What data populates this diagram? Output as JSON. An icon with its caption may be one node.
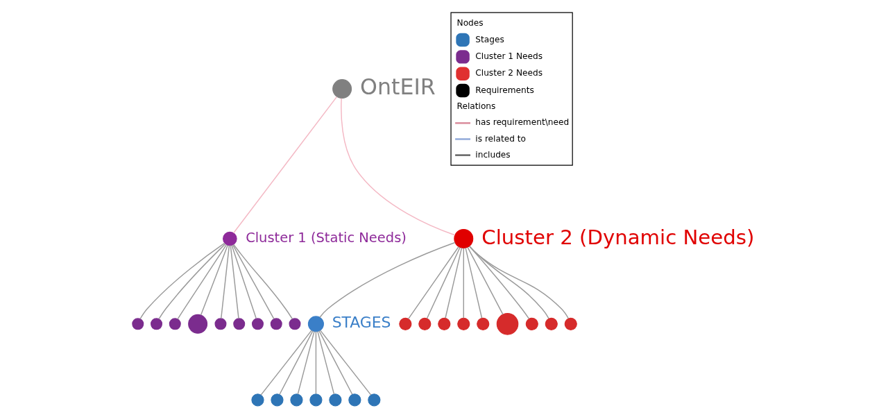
{
  "diagram": {
    "nodes": [
      {
        "text": [],
        "shape": "circle",
        "beside": [
          "OntEIR"
        ]
      },
      {
        "text": [],
        "shape": "circle",
        "beside": [
          "Cluster 1 (Static Needs)"
        ]
      },
      {
        "text": [],
        "shape": "circle",
        "beside": [
          "Cluster 2 (Dynamic Needs)"
        ]
      },
      {
        "text": [],
        "shape": "circle",
        "beside": [
          "STAGES"
        ]
      },
      {
        "text": [],
        "shape": "circle"
      },
      {
        "text": [],
        "shape": "circle"
      },
      {
        "text": [],
        "shape": "circle"
      },
      {
        "text": [],
        "shape": "circle"
      },
      {
        "text": [],
        "shape": "circle"
      },
      {
        "text": [],
        "shape": "circle"
      },
      {
        "text": [],
        "shape": "circle"
      },
      {
        "text": [],
        "shape": "circle"
      },
      {
        "text": [],
        "shape": "circle"
      },
      {
        "text": [],
        "shape": "circle"
      },
      {
        "text": [],
        "shape": "circle"
      },
      {
        "text": [],
        "shape": "circle"
      },
      {
        "text": [],
        "shape": "circle"
      },
      {
        "text": [],
        "shape": "circle"
      },
      {
        "text": [],
        "shape": "circle"
      },
      {
        "text": [],
        "shape": "circle"
      },
      {
        "text": [],
        "shape": "circle"
      },
      {
        "text": [],
        "shape": "circle"
      },
      {
        "text": [],
        "shape": "circle"
      },
      {
        "text": [],
        "shape": "circle"
      },
      {
        "text": [],
        "shape": "circle"
      },
      {
        "text": [],
        "shape": "circle"
      },
      {
        "text": [],
        "shape": "circle"
      },
      {
        "text": [],
        "shape": "circle"
      },
      {
        "text": [],
        "shape": "circle"
      }
    ],
    "edges": [
      {
        "from": 0,
        "to": 1,
        "arrow": "none",
        "color": "#f4b8c4"
      },
      {
        "from": 0,
        "to": 2,
        "arrow": "none",
        "color": "#f4b8c4"
      },
      {
        "from": 2,
        "to": 3,
        "arrow": "none"
      },
      {
        "from": 1,
        "to": 4,
        "arrow": "none"
      },
      {
        "from": 1,
        "to": 5,
        "arrow": "none"
      },
      {
        "from": 1,
        "to": 6,
        "arrow": "none"
      },
      {
        "from": 1,
        "to": 7,
        "arrow": "none"
      },
      {
        "from": 1,
        "to": 8,
        "arrow": "none"
      },
      {
        "from": 1,
        "to": 9,
        "arrow": "none"
      },
      {
        "from": 1,
        "to": 10,
        "arrow": "none"
      },
      {
        "from": 1,
        "to": 11,
        "arrow": "none"
      },
      {
        "from": 1,
        "to": 12,
        "arrow": "none"
      },
      {
        "from": 3,
        "to": 13,
        "arrow": "none"
      },
      {
        "from": 3,
        "to": 14,
        "arrow": "none"
      },
      {
        "from": 3,
        "to": 15,
        "arrow": "none"
      },
      {
        "from": 3,
        "to": 16,
        "arrow": "none"
      },
      {
        "from": 3,
        "to": 17,
        "arrow": "none"
      },
      {
        "from": 3,
        "to": 18,
        "arrow": "none"
      },
      {
        "from": 3,
        "to": 19,
        "arrow": "none"
      },
      {
        "from": 2,
        "to": 20,
        "arrow": "none"
      },
      {
        "from": 2,
        "to": 21,
        "arrow": "none"
      },
      {
        "from": 2,
        "to": 22,
        "arrow": "none"
      },
      {
        "from": 2,
        "to": 23,
        "arrow": "none"
      },
      {
        "from": 2,
        "to": 24,
        "arrow": "none"
      },
      {
        "from": 2,
        "to": 25,
        "arrow": "none"
      },
      {
        "from": 2,
        "to": 26,
        "arrow": "none"
      },
      {
        "from": 2,
        "to": 27,
        "arrow": "none"
      },
      {
        "from": 2,
        "to": 28,
        "arrow": "none"
      }
    ],
    "labels": [
      "Nodes",
      "Relations"
    ],
    "legend": [
      {
        "text": "Stages",
        "color": "#2e75b6"
      },
      {
        "text": "Cluster 1 Needs",
        "color": "#7b2c8e"
      },
      {
        "text": "Cluster 2 Needs",
        "color": "#e03030"
      },
      {
        "text": "Requirements",
        "color": "#000000"
      },
      {
        "text": "has requirement\\need"
      },
      {
        "text": "is related to"
      },
      {
        "text": "includes"
      }
    ]
  }
}
